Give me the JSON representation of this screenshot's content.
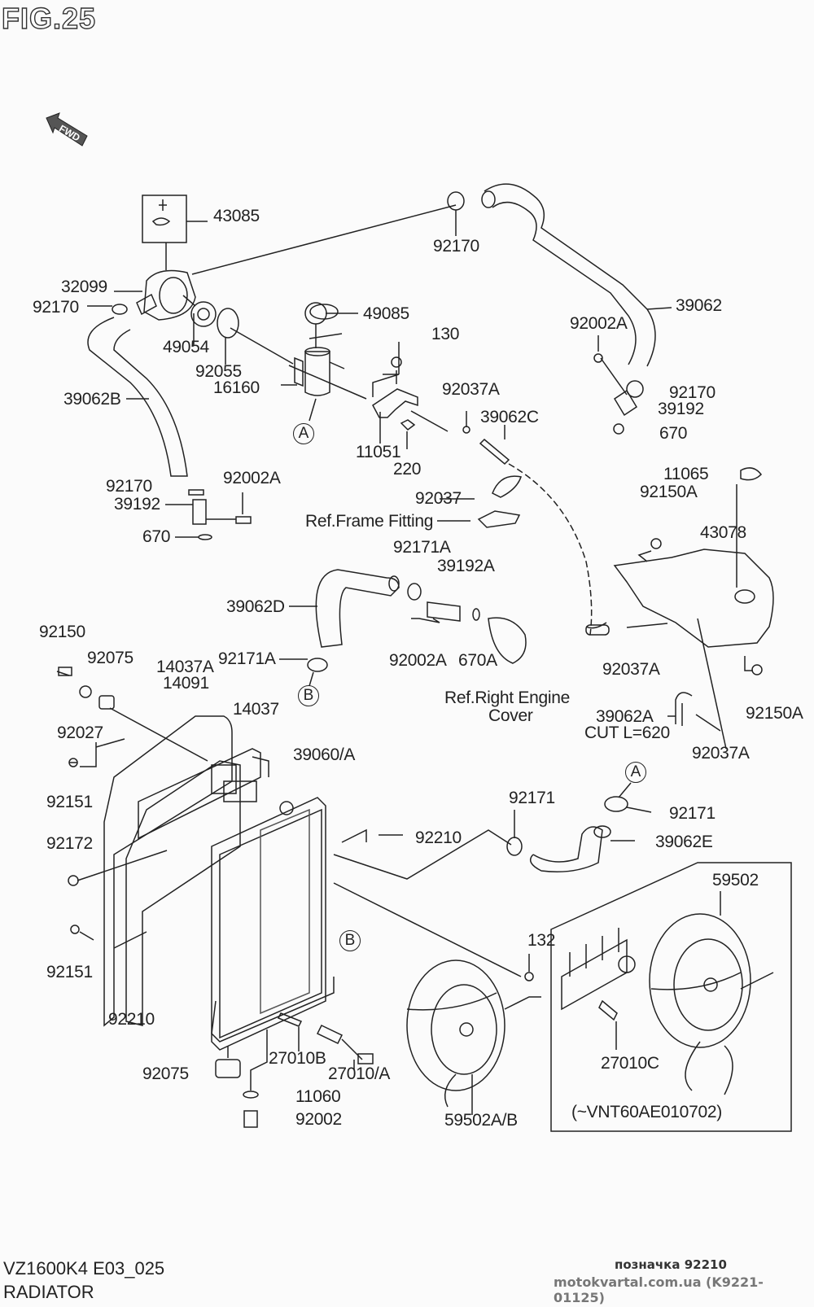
{
  "figure": {
    "title": "FIG.25",
    "model_code": "VZ1600K4 E03_025",
    "section_name": "RADIATOR",
    "fwd_label": "FWD"
  },
  "footer": {
    "mark_text": "позначка 92210",
    "site_text": "motokvartal.com.ua (K9221-01125)"
  },
  "callouts": [
    {
      "id": "c1",
      "text": "43085"
    },
    {
      "id": "c2",
      "text": "32099"
    },
    {
      "id": "c3",
      "text": "92170"
    },
    {
      "id": "c4",
      "text": "92170"
    },
    {
      "id": "c5",
      "text": "49054"
    },
    {
      "id": "c6",
      "text": "92055"
    },
    {
      "id": "c7",
      "text": "16160"
    },
    {
      "id": "c8",
      "text": "49085"
    },
    {
      "id": "c9",
      "text": "130"
    },
    {
      "id": "c10",
      "text": "39062"
    },
    {
      "id": "c11",
      "text": "92002A"
    },
    {
      "id": "c12",
      "text": "92170"
    },
    {
      "id": "c13",
      "text": "39192"
    },
    {
      "id": "c14",
      "text": "670"
    },
    {
      "id": "c15",
      "text": "39062B"
    },
    {
      "id": "c16",
      "text": "92037A"
    },
    {
      "id": "c17",
      "text": "39062C"
    },
    {
      "id": "c18",
      "text": "11051"
    },
    {
      "id": "c19",
      "text": "220"
    },
    {
      "id": "c20",
      "text": "92170"
    },
    {
      "id": "c21",
      "text": "92002A"
    },
    {
      "id": "c22",
      "text": "39192"
    },
    {
      "id": "c23",
      "text": "670"
    },
    {
      "id": "c24",
      "text": "92037"
    },
    {
      "id": "c25",
      "text": "Ref.Frame Fitting"
    },
    {
      "id": "c26",
      "text": "11065"
    },
    {
      "id": "c27",
      "text": "92150A"
    },
    {
      "id": "c28",
      "text": "43078"
    },
    {
      "id": "c29",
      "text": "92171A"
    },
    {
      "id": "c30",
      "text": "39192A"
    },
    {
      "id": "c31",
      "text": "39062D"
    },
    {
      "id": "c32",
      "text": "92171A"
    },
    {
      "id": "c33",
      "text": "92002A"
    },
    {
      "id": "c34",
      "text": "670A"
    },
    {
      "id": "c35",
      "text": "Ref.Right Engine"
    },
    {
      "id": "c36",
      "text": "Cover"
    },
    {
      "id": "c37",
      "text": "92037A"
    },
    {
      "id": "c38",
      "text": "39062A"
    },
    {
      "id": "c39",
      "text": "CUT L=620"
    },
    {
      "id": "c40",
      "text": "92150A"
    },
    {
      "id": "c41",
      "text": "92037A"
    },
    {
      "id": "c42",
      "text": "92150"
    },
    {
      "id": "c43",
      "text": "92075"
    },
    {
      "id": "c44",
      "text": "14037A"
    },
    {
      "id": "c45",
      "text": "14091"
    },
    {
      "id": "c46",
      "text": "14037"
    },
    {
      "id": "c47",
      "text": "92027"
    },
    {
      "id": "c48",
      "text": "92151"
    },
    {
      "id": "c49",
      "text": "39060/A"
    },
    {
      "id": "c50",
      "text": "92171"
    },
    {
      "id": "c51",
      "text": "92171"
    },
    {
      "id": "c52",
      "text": "92210"
    },
    {
      "id": "c53",
      "text": "39062E"
    },
    {
      "id": "c54",
      "text": "92172"
    },
    {
      "id": "c55",
      "text": "59502"
    },
    {
      "id": "c56",
      "text": "132"
    },
    {
      "id": "c57",
      "text": "92151"
    },
    {
      "id": "c58",
      "text": "92210"
    },
    {
      "id": "c59",
      "text": "27010B"
    },
    {
      "id": "c60",
      "text": "27010/A"
    },
    {
      "id": "c61",
      "text": "92075"
    },
    {
      "id": "c62",
      "text": "11060"
    },
    {
      "id": "c63",
      "text": "92002"
    },
    {
      "id": "c64",
      "text": "59502A/B"
    },
    {
      "id": "c65",
      "text": "27010C"
    },
    {
      "id": "c66",
      "text": "(~VNT60AE010702)"
    }
  ],
  "connectors": [
    {
      "id": "a1",
      "text": "A"
    },
    {
      "id": "a2",
      "text": "A"
    },
    {
      "id": "b1",
      "text": "B"
    },
    {
      "id": "b2",
      "text": "B"
    }
  ]
}
